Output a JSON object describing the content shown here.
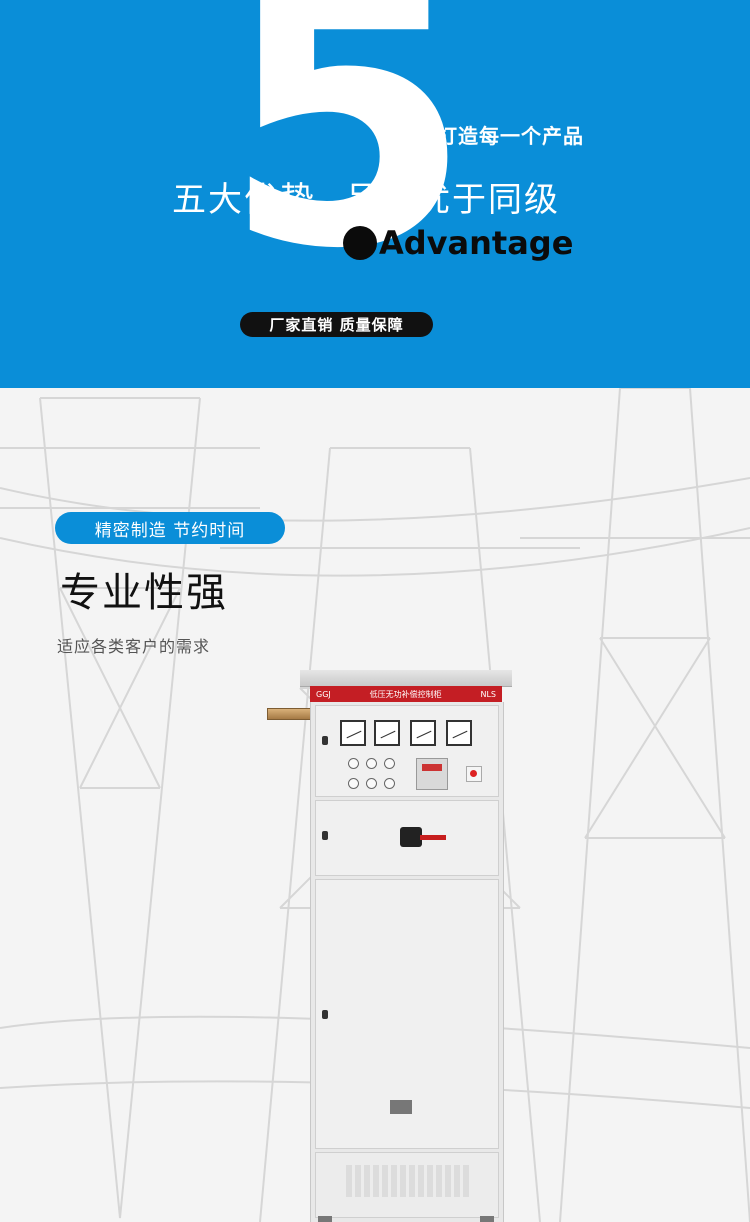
{
  "banner": {
    "big_number": "5",
    "tagline": "用心打造每一个产品",
    "headline_left": "五大优势",
    "headline_right": "品质优于同级",
    "advantage_word": "Advantage",
    "badge": "厂家直销 质量保障"
  },
  "section": {
    "badge": "精密制造 节约时间",
    "title": "专业性强",
    "subtitle": "适应各类客户的需求"
  },
  "cabinet": {
    "model_left": "GGJ",
    "name": "低压无功补偿控制柜",
    "brand": "NLS"
  },
  "colors": {
    "banner_blue": "#0a8ed8",
    "pill_dark": "#111111",
    "cabinet_header_red": "#c41e24"
  }
}
